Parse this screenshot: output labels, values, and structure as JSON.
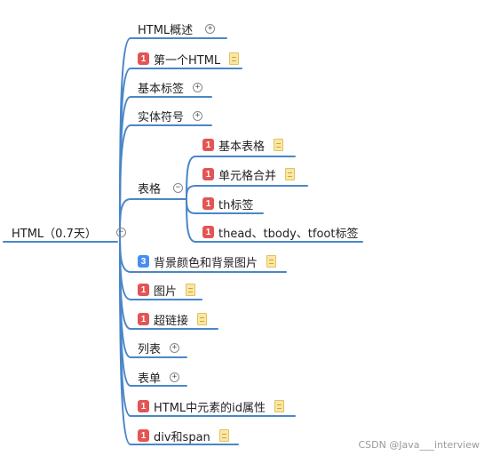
{
  "root": {
    "label": "HTML（0.7天）",
    "toggle": "−"
  },
  "branches": [
    {
      "label": "HTML概述",
      "toggle": "+"
    },
    {
      "label": "第一个HTML",
      "badge": "1",
      "badge_color": "#e45454",
      "note": true
    },
    {
      "label": "基本标签",
      "toggle": "+"
    },
    {
      "label": "实体符号",
      "toggle": "+"
    },
    {
      "label": "表格",
      "toggle": "−",
      "children": [
        {
          "label": "基本表格",
          "badge": "1",
          "badge_color": "#e45454",
          "note": true
        },
        {
          "label": "单元格合并",
          "badge": "1",
          "badge_color": "#e45454",
          "note": true
        },
        {
          "label": "th标签",
          "badge": "1",
          "badge_color": "#e45454"
        },
        {
          "label": "thead、tbody、tfoot标签",
          "badge": "1",
          "badge_color": "#e45454"
        }
      ]
    },
    {
      "label": "背景颜色和背景图片",
      "badge": "3",
      "badge_color": "#4a8df0",
      "note": true
    },
    {
      "label": "图片",
      "badge": "1",
      "badge_color": "#e45454",
      "note": true
    },
    {
      "label": "超链接",
      "badge": "1",
      "badge_color": "#e45454",
      "note": true
    },
    {
      "label": "列表",
      "toggle": "+"
    },
    {
      "label": "表单",
      "toggle": "+"
    },
    {
      "label": "HTML中元素的id属性",
      "badge": "1",
      "badge_color": "#e45454",
      "note": true
    },
    {
      "label": "div和span",
      "badge": "1",
      "badge_color": "#e45454",
      "note": true
    }
  ],
  "watermark": "CSDN @Java___interview",
  "colors": {
    "line": "#4a86c8"
  }
}
